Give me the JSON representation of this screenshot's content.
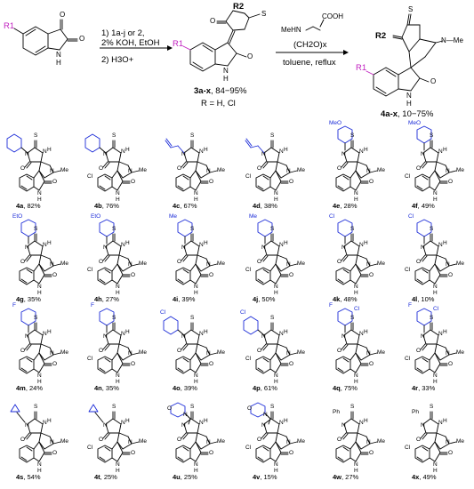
{
  "scheme": {
    "start": {
      "r_label": "R1",
      "o1": "O",
      "o2": "O",
      "nh": "N",
      "h": "H"
    },
    "step1": {
      "conditions": [
        "1) 1a-j or 2,",
        "2% KOH, EtOH",
        "2) H3O+"
      ],
      "intermediate": {
        "r1": "R1",
        "r2": "R2",
        "s": "S",
        "n": "N",
        "nh": "N",
        "h": "H",
        "o1": "O",
        "o2": "O",
        "h2": "H",
        "nh2": "N"
      },
      "product_label": "3a-x",
      "yield": ", 84−95%",
      "r_note": "R = H, Cl"
    },
    "step2": {
      "reagent_top": {
        "meh": "MeHN",
        "cooh": "COOH"
      },
      "reagent_paraform": "(CH2O)x",
      "conditions": "toluene, reflux",
      "product": {
        "r1": "R1",
        "r2": "R2",
        "s": "S",
        "n": "N",
        "me": "N—Me",
        "o": "O",
        "nh": "N",
        "h": "H",
        "o2": "O"
      },
      "product_label": "4a-x",
      "yield": ", 10−75%"
    }
  },
  "compounds": [
    {
      "id": "4a",
      "yield": ", 82%",
      "substituent": "benzyl",
      "cl": false
    },
    {
      "id": "4b",
      "yield": ", 76%",
      "substituent": "benzyl",
      "cl": true
    },
    {
      "id": "4c",
      "yield": ", 67%",
      "substituent": "allyl",
      "cl": false
    },
    {
      "id": "4d",
      "yield": ", 38%",
      "substituent": "allyl",
      "cl": true
    },
    {
      "id": "4e",
      "yield": ", 28%",
      "substituent": "4-MeO-phenyl",
      "cl": false
    },
    {
      "id": "4f",
      "yield": ", 49%",
      "substituent": "4-MeO-phenyl",
      "cl": true
    },
    {
      "id": "4g",
      "yield": ", 35%",
      "substituent": "4-EtO-phenyl",
      "cl": false
    },
    {
      "id": "4h",
      "yield": ", 27%",
      "substituent": "4-EtO-phenyl",
      "cl": true
    },
    {
      "id": "4i",
      "yield": ", 39%",
      "substituent": "4-Me-phenyl",
      "cl": false
    },
    {
      "id": "4j",
      "yield": ", 50%",
      "substituent": "4-Me-phenyl",
      "cl": true
    },
    {
      "id": "4k",
      "yield": ", 48%",
      "substituent": "4-Cl-phenyl",
      "cl": false
    },
    {
      "id": "4l",
      "yield": ", 10%",
      "substituent": "4-Cl-phenyl",
      "cl": true
    },
    {
      "id": "4m",
      "yield": ", 24%",
      "substituent": "4-F-phenyl",
      "cl": false
    },
    {
      "id": "4n",
      "yield": ", 35%",
      "substituent": "4-F-phenyl",
      "cl": true
    },
    {
      "id": "4o",
      "yield": ", 39%",
      "substituent": "3-Cl-benzyl",
      "cl": false
    },
    {
      "id": "4p",
      "yield": ", 61%",
      "substituent": "3-Cl-benzyl",
      "cl": true
    },
    {
      "id": "4q",
      "yield": ", 75%",
      "substituent": "3-Cl-4-F-phenyl",
      "cl": false
    },
    {
      "id": "4r",
      "yield": ", 33%",
      "substituent": "3-Cl-4-F-phenyl",
      "cl": true
    },
    {
      "id": "4s",
      "yield": ", 54%",
      "substituent": "cyclopropyl",
      "cl": false
    },
    {
      "id": "4t",
      "yield": ", 25%",
      "substituent": "cyclopropyl",
      "cl": true
    },
    {
      "id": "4u",
      "yield": ", 25%",
      "substituent": "morpholinopropyl",
      "cl": false
    },
    {
      "id": "4v",
      "yield": ", 15%",
      "substituent": "morpholinopropyl",
      "cl": true
    },
    {
      "id": "4w",
      "yield": ", 27%",
      "substituent": "phenyl",
      "cl": false
    },
    {
      "id": "4x",
      "yield": ", 49%",
      "substituent": "phenyl",
      "cl": true
    }
  ],
  "atoms": {
    "s": "S",
    "n": "N",
    "o": "O",
    "h": "H",
    "me": "Me",
    "cl": "Cl",
    "meo": "MeO",
    "eto": "EtO",
    "me_sub": "Me",
    "cl_sub": "Cl",
    "f": "F",
    "ph": "Ph"
  },
  "colors": {
    "substituent": "#1b2bd8",
    "r1": "#c01fbf",
    "text": "#000000"
  }
}
